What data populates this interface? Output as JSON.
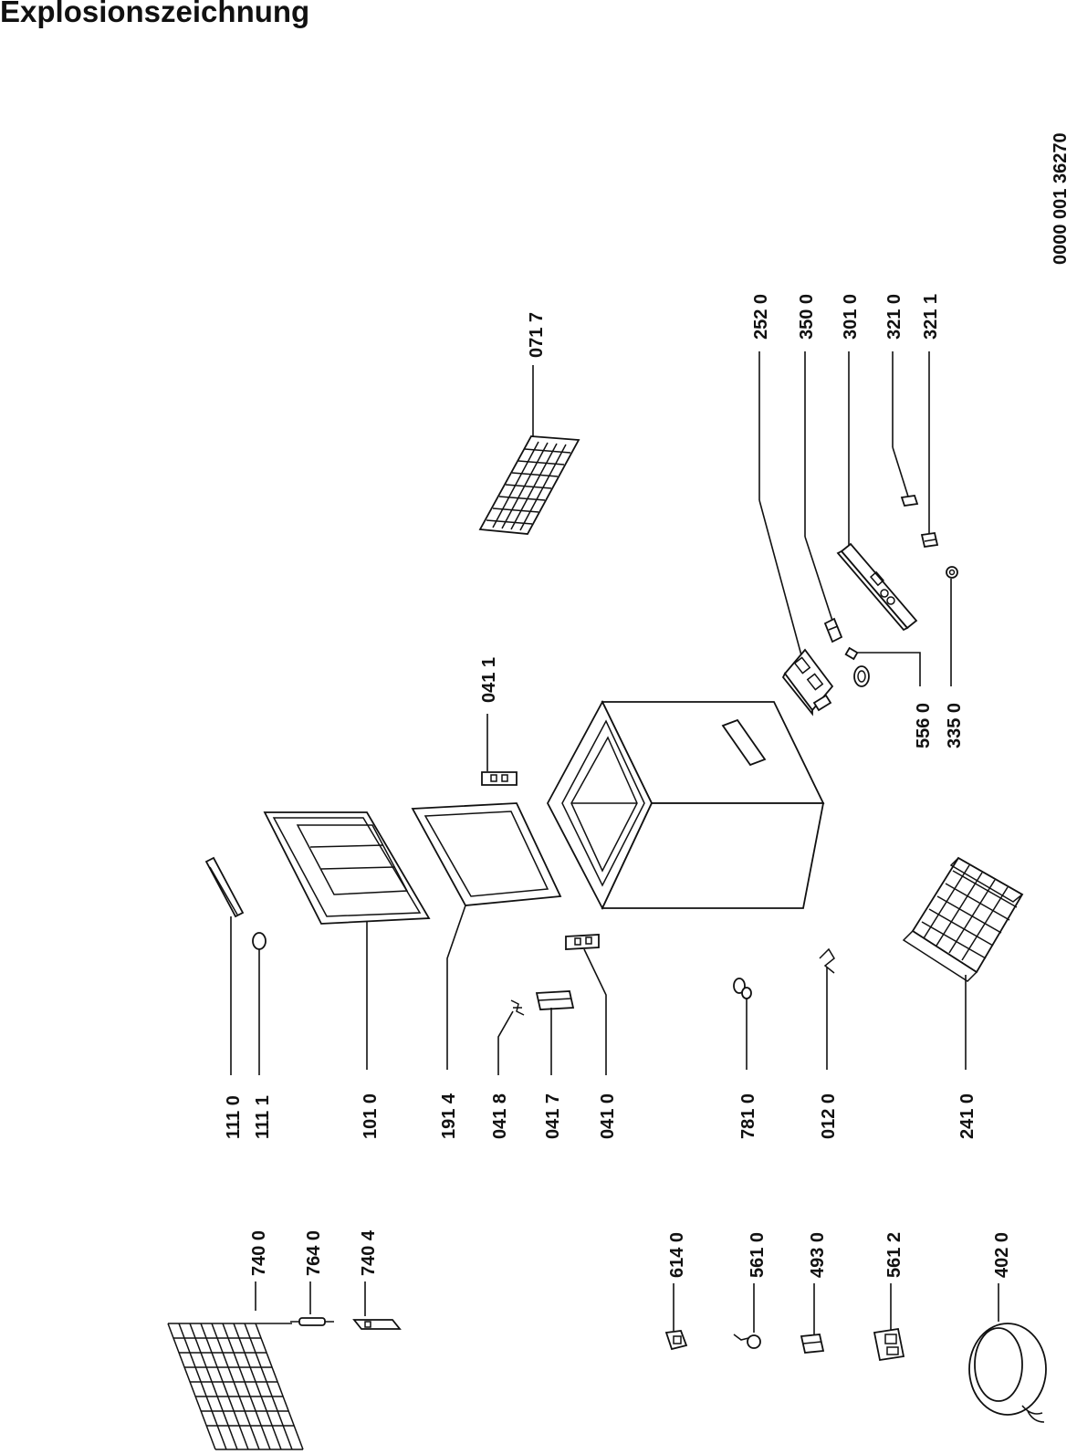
{
  "page": {
    "title": "Explosionszeichnung"
  },
  "drawing_number": "0000 001 36270",
  "labels": {
    "l0717": "071 7",
    "l2520": "252 0",
    "l3500": "350 0",
    "l3010": "301 0",
    "l3210": "321 0",
    "l3211": "321 1",
    "l0411": "041 1",
    "l5560": "556 0",
    "l3350": "335 0",
    "l1110": "111 0",
    "l1111": "111 1",
    "l1010": "101 0",
    "l1914": "191 4",
    "l0418": "041 8",
    "l0417": "041 7",
    "l0410": "041 0",
    "l7810": "781 0",
    "l0120": "012 0",
    "l2410": "241 0",
    "l7400": "740 0",
    "l7640": "764 0",
    "l7404": "740 4",
    "l6140": "614 0",
    "l5610": "561 0",
    "l4930": "493 0",
    "l5612": "561 2",
    "l4020": "402 0"
  }
}
